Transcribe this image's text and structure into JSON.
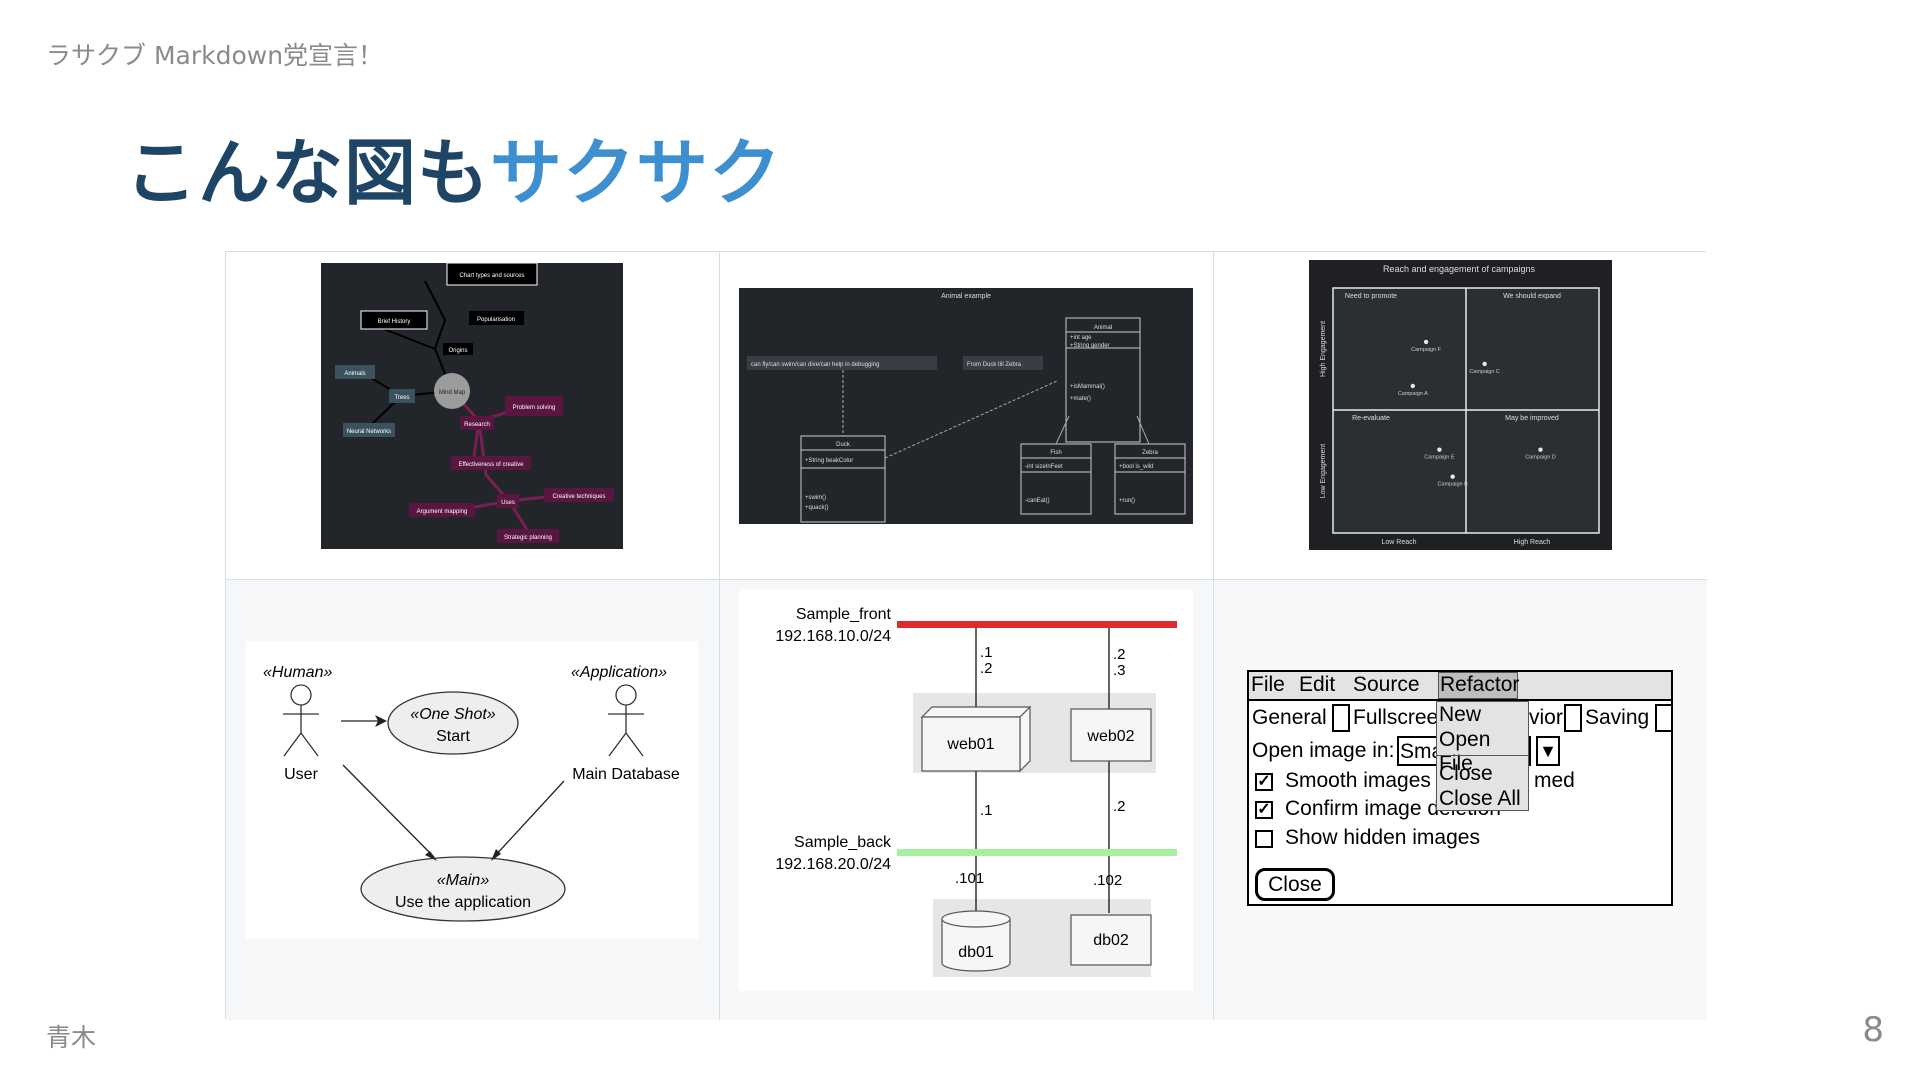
{
  "slide": {
    "header": "ラサクブ Markdown党宣言！",
    "title_main": "こんな図も",
    "title_accent": "サクサク",
    "footer": "青木",
    "page_number": "8"
  },
  "colors": {
    "title": "#1f4566",
    "accent": "#3d8fd0",
    "muted": "#8a8a8a",
    "grid_border": "#d6dde5"
  },
  "mindmap": {
    "center": "Mind Map",
    "nodes": [
      "Brief History",
      "Popularisation",
      "Origins",
      "Animals",
      "Trees",
      "Neural Networks",
      "Research",
      "Effectiveness of creative",
      "Problem solving",
      "Uses",
      "Argument mapping",
      "Creative techniques",
      "Strategic planning",
      "Chart types and sources"
    ]
  },
  "class_diagram": {
    "title": "Animal example",
    "note_left": "can fly/can swim/can dive/can help in debugging",
    "note_right": "From Duck till Zebra",
    "animal": {
      "name": "Animal",
      "fields": [
        "+int age",
        "+String gender"
      ],
      "methods": [
        "+isMammal()",
        "+mate()"
      ]
    },
    "duck": {
      "name": "Duck",
      "fields": [
        "+String beakColor"
      ],
      "methods": [
        "+swim()",
        "+quack()"
      ]
    },
    "fish": {
      "name": "Fish",
      "fields": [
        "-int sizeInFeet"
      ],
      "methods": [
        "-canEat()"
      ]
    },
    "zebra": {
      "name": "Zebra",
      "fields": [
        "+bool is_wild"
      ],
      "methods": [
        "+run()"
      ]
    }
  },
  "quadrant": {
    "title": "Reach and engagement of campaigns",
    "q1": "We should expand",
    "q2": "Need to promote",
    "q3": "Re-evaluate",
    "q4": "May be improved",
    "x_low": "Low Reach",
    "x_high": "High Reach",
    "y_low": "Low Engagement",
    "y_high": "High Engagement",
    "points": [
      {
        "name": "Campaign A",
        "x": 0.3,
        "y": 0.6
      },
      {
        "name": "Campaign B",
        "x": 0.45,
        "y": 0.23
      },
      {
        "name": "Campaign C",
        "x": 0.57,
        "y": 0.69
      },
      {
        "name": "Campaign D",
        "x": 0.78,
        "y": 0.34
      },
      {
        "name": "Campaign E",
        "x": 0.4,
        "y": 0.34
      },
      {
        "name": "Campaign F",
        "x": 0.35,
        "y": 0.78
      }
    ]
  },
  "usecase": {
    "human_stereotype": "«Human»",
    "app_stereotype": "«Application»",
    "actor_user": "User",
    "actor_db": "Main Database",
    "uc1_stereotype": "«One Shot»",
    "uc1_label": "Start",
    "uc2_stereotype": "«Main»",
    "uc2_label": "Use the application"
  },
  "network": {
    "front_name": "Sample_front",
    "front_addr": "192.168.10.0/24",
    "back_name": "Sample_back",
    "back_addr": "192.168.20.0/24",
    "web01": "web01",
    "web02": "web02",
    "db01": "db01",
    "db02": "db02",
    "web01_front": ".1\n.2",
    "web02_front": ".2\n.3",
    "web01_back": ".1",
    "web02_back": ".2",
    "db01_back": ".101",
    "db02_back": ".102"
  },
  "salt": {
    "menu": [
      "File",
      "Edit",
      "Source",
      "Refactor"
    ],
    "tabs": [
      "General",
      "Fullscree",
      "vior",
      "Saving"
    ],
    "dropdown_items": [
      "New",
      "Open File",
      "Close",
      "Close All"
    ],
    "open_image_label": "Open image in:",
    "select_value": "Sma",
    "select_arrow": "▼",
    "smooth_images": "Smooth images",
    "smooth_suffix": "med",
    "confirm_deletion": "Confirm image deletion",
    "show_hidden": "Show hidden images",
    "check_mark": "✓",
    "close_button": "Close"
  }
}
